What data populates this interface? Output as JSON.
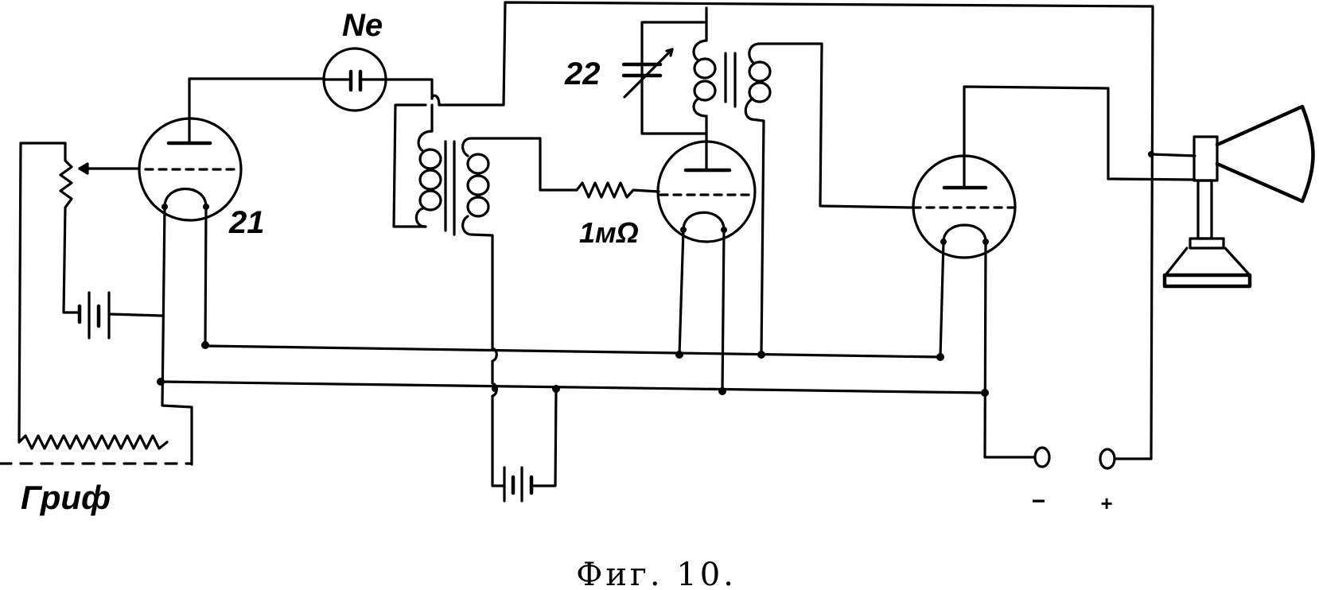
{
  "labels": {
    "neon_lamp": "Ne",
    "tube_1": "21",
    "capacitor": "22",
    "resistor": "1мΩ",
    "fingerboard": "Гриф",
    "terminal_minus": "−",
    "terminal_plus": "+"
  },
  "caption": "Фиг. 10.",
  "colors": {
    "ink": "#000000",
    "paper": "#ffffff"
  }
}
